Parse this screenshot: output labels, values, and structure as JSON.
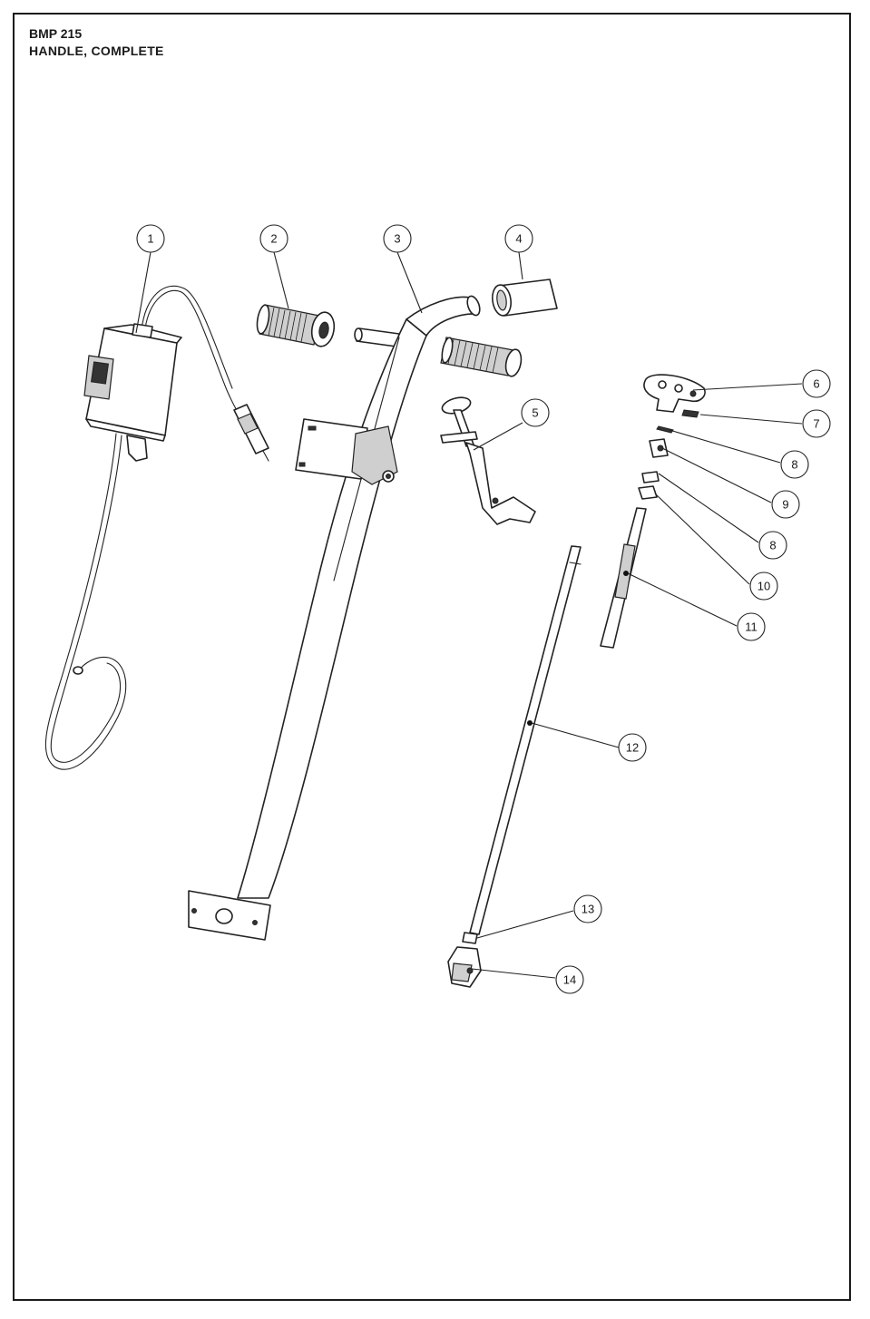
{
  "header": {
    "model": "BMP 215",
    "title": "HANDLE, COMPLETE"
  },
  "callouts": [
    {
      "label": "1"
    },
    {
      "label": "2"
    },
    {
      "label": "3"
    },
    {
      "label": "4"
    },
    {
      "label": "5"
    },
    {
      "label": "6"
    },
    {
      "label": "7"
    },
    {
      "label": "8"
    },
    {
      "label": "9"
    },
    {
      "label": "8"
    },
    {
      "label": "10"
    },
    {
      "label": "11"
    },
    {
      "label": "12"
    },
    {
      "label": "13"
    },
    {
      "label": "14"
    }
  ]
}
